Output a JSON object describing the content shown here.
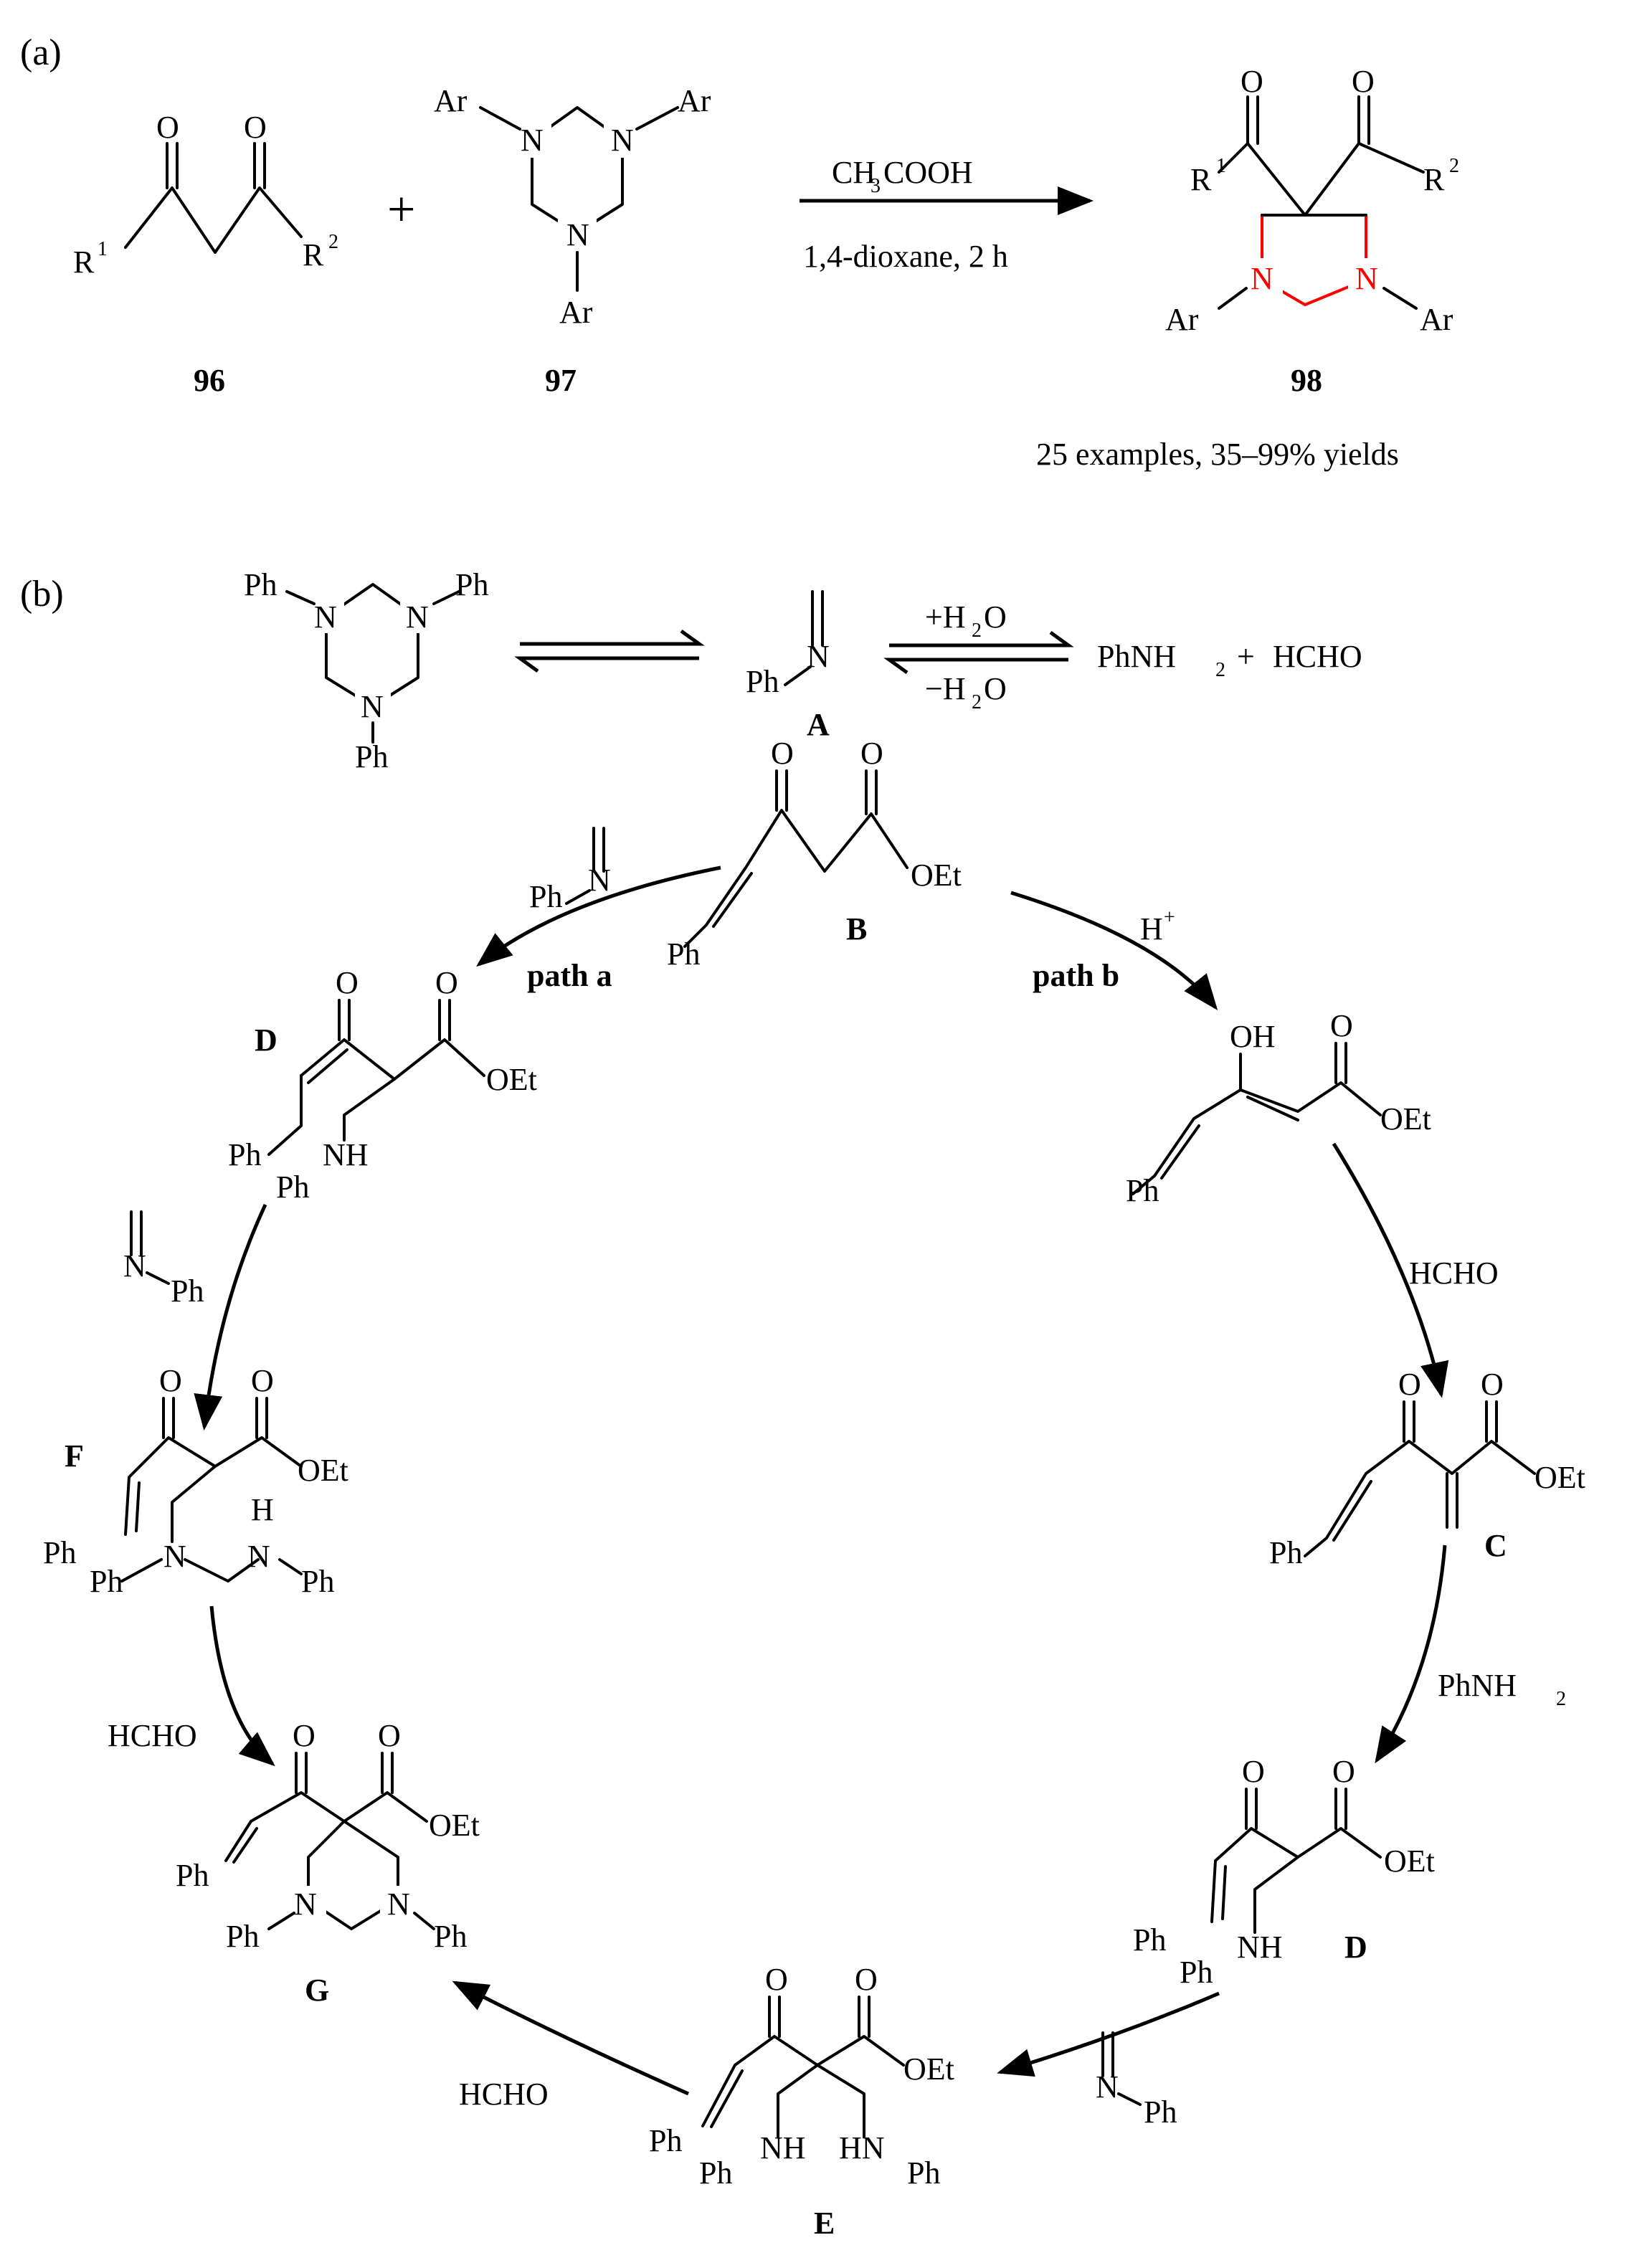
{
  "panel_a": {
    "label": "(a)",
    "plus": "+",
    "c96": {
      "r1": "R",
      "r1_sup": "1",
      "r2": "R",
      "r2_sup": "2",
      "o": "O",
      "num": "96"
    },
    "c97": {
      "ar": "Ar",
      "n": "N",
      "num": "97"
    },
    "conditions": {
      "reagent_pre": "CH",
      "reagent_sub": "3",
      "reagent_post": "COOH",
      "solvent": "1,4-dioxane, 2 h"
    },
    "c98": {
      "r1": "R",
      "r1_sup": "1",
      "r2": "R",
      "r2_sup": "2",
      "o": "O",
      "n": "N",
      "ar": "Ar",
      "num": "98"
    },
    "summary": "25 examples, 35–99% yields"
  },
  "panel_b": {
    "label": "(b)",
    "ph": "Ph",
    "n": "N",
    "o": "O",
    "oet": "OEt",
    "nh": "NH",
    "hn": "HN",
    "h": "H",
    "oh": "OH",
    "plus_h2o_pre": "+H",
    "h2o_sub": "2",
    "h2o_post": "O",
    "minus_h2o_pre": "−H",
    "phnh2_pre": "PhNH",
    "phnh2_sub": "2",
    "plus": "+",
    "hcho": "HCHO",
    "h_plus": "H",
    "h_plus_sup": "+",
    "path_a": "path a",
    "path_b": "path b",
    "labels": {
      "A": "A",
      "B": "B",
      "C": "C",
      "D": "D",
      "E": "E",
      "F": "F",
      "G": "G"
    }
  }
}
